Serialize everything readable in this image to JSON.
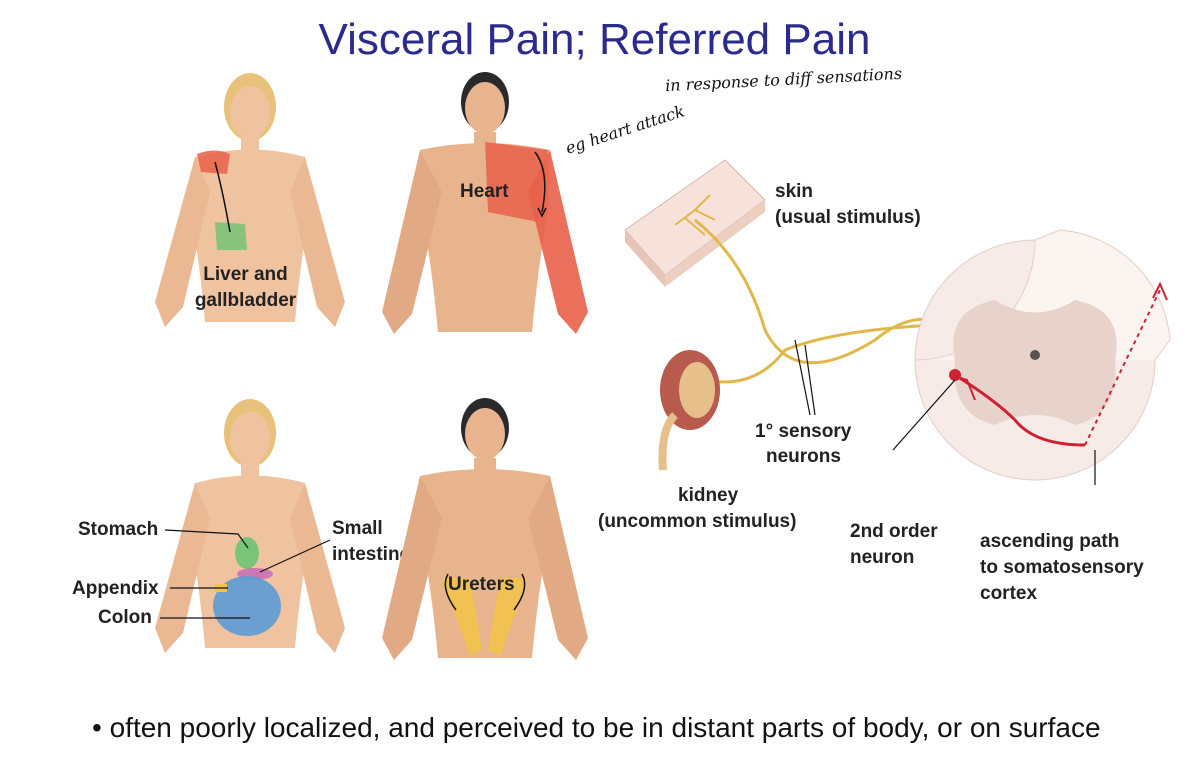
{
  "title": "Visceral Pain; Referred Pain",
  "handwritten": {
    "note1": "in response to diff sensations",
    "note2": "eg heart attack"
  },
  "figures": {
    "female_top": {
      "label": "Liver and gallbladder"
    },
    "male_top": {
      "label": "Heart"
    },
    "female_bottom": {
      "stomach": "Stomach",
      "small_intestine": "Small intestine",
      "appendix": "Appendix",
      "colon": "Colon"
    },
    "male_bottom": {
      "label": "Ureters"
    }
  },
  "neural": {
    "skin": "skin",
    "skin_sub": "(usual stimulus)",
    "kidney": "kidney",
    "kidney_sub": "(uncommon stimulus)",
    "primary_line1": "1° sensory",
    "primary_line2": "neurons",
    "second_line1": "2nd order",
    "second_line2": "neuron",
    "ascending_line1": "ascending path",
    "ascending_line2": "to somatosensory",
    "ascending_line3": "cortex"
  },
  "bullet": "often poorly localized, and perceived to be in distant parts of body, or on surface",
  "colors": {
    "title": "#2b2b8e",
    "skin_tone": "#f0c3a0",
    "heart_area": "#e8604a",
    "liver_area": "#7cc37a",
    "ureter_area": "#f2c24a",
    "colon_area": "#5b9bd5",
    "neuron_red": "#cc2233"
  }
}
